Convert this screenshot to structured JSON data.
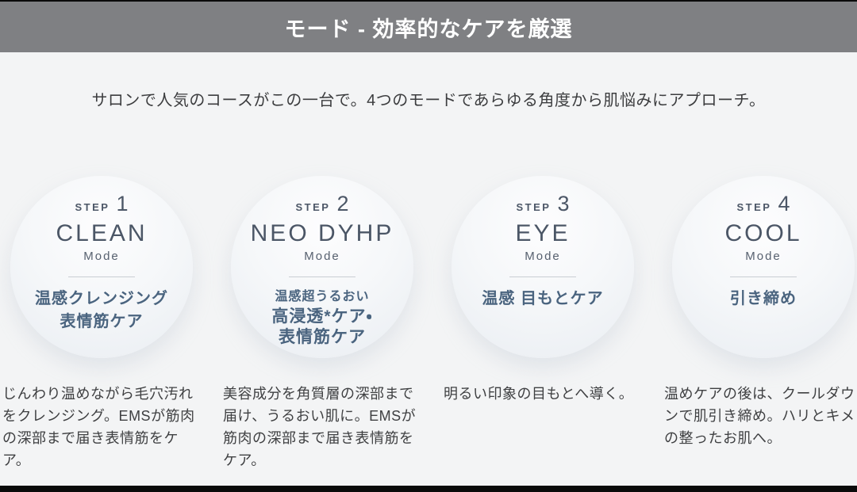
{
  "page": {
    "title": "モード - 効率的なケアを厳選",
    "subtitle": "サロンで人気のコースがこの一台で。4つのモードであらゆる角度から肌悩みにアプローチ。"
  },
  "colors": {
    "title_bar_gray": "#7f8083",
    "page_background": "#f3f4f5",
    "mode_text_slate": "#4b5666",
    "feature_text_blue": "#4a647f",
    "description_text": "#3f4042",
    "letterbox_black": "#0a0a0a"
  },
  "steps": [
    {
      "step_label": "STEP",
      "step_number": "1",
      "mode_name": "CLEAN",
      "mode_label": "Mode",
      "feature_sub": null,
      "feature_lines": [
        "温感クレンジング",
        "表情筋ケア"
      ],
      "description": "じんわり温めながら毛穴汚れをクレンジング。EMSが筋肉の深部まで届き表情筋をケア。"
    },
    {
      "step_label": "STEP",
      "step_number": "2",
      "mode_name": "NEO DYHP",
      "mode_label": "Mode",
      "feature_sub": "温感超うるおい",
      "feature_lines": [
        "高浸透*ケア・",
        "表情筋ケア"
      ],
      "description": "美容成分を角質層の深部まで届け、うるおい肌に。EMSが筋肉の深部まで届き表情筋をケア。"
    },
    {
      "step_label": "STEP",
      "step_number": "3",
      "mode_name": "EYE",
      "mode_label": "Mode",
      "feature_sub": null,
      "feature_lines": [
        "温感 目もとケア"
      ],
      "description": "明るい印象の目もとへ導く。"
    },
    {
      "step_label": "STEP",
      "step_number": "4",
      "mode_name": "COOL",
      "mode_label": "Mode",
      "feature_sub": null,
      "feature_lines": [
        "引き締め"
      ],
      "description": "温めケアの後は、クールダウンで肌引き締め。ハリとキメの整ったお肌へ。"
    }
  ]
}
